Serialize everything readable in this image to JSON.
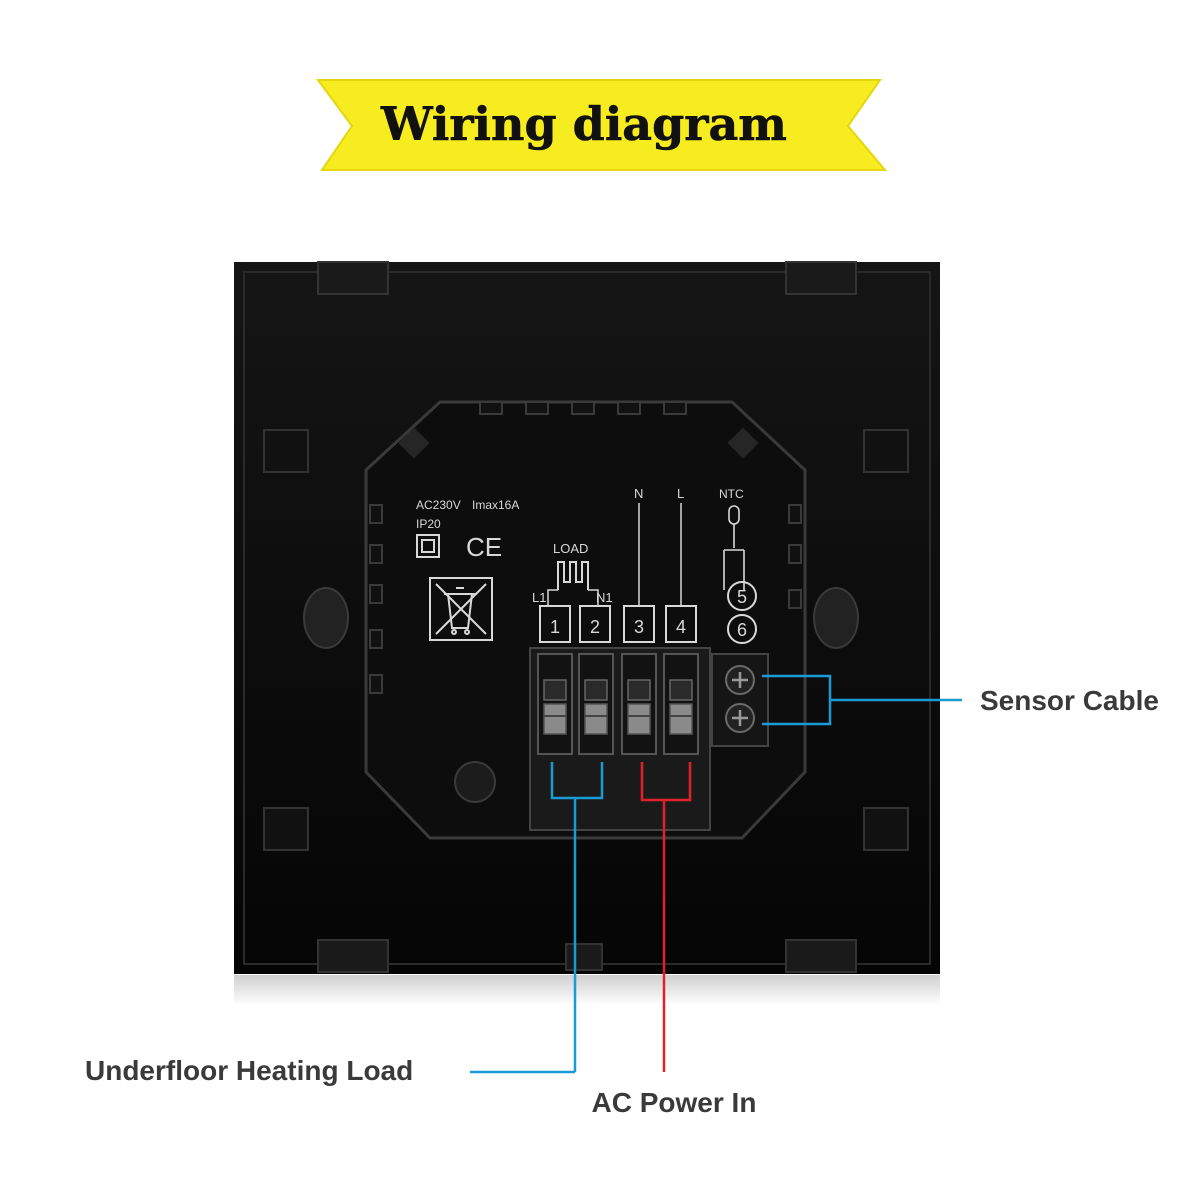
{
  "title": "Wiring diagram",
  "device": {
    "rating_voltage": "AC230V",
    "rating_current": "Imax16A",
    "ip_rating": "IP20",
    "ce_mark": "CE",
    "load_label": "LOAD",
    "l1_label": "L1",
    "n1_label": "N1",
    "n_label": "N",
    "l_label": "L",
    "ntc_label": "NTC",
    "terminals": [
      "1",
      "2",
      "3",
      "4"
    ],
    "sensor_terminals": [
      "5",
      "6"
    ]
  },
  "callouts": {
    "sensor_cable": "Sensor Cable",
    "underfloor_heating_load": "Underfloor Heating Load",
    "ac_power_in": "AC Power In"
  },
  "colors": {
    "banner": "#f7ec1f",
    "panel": "#0b0b0b",
    "blue_wire": "#1a9ad6",
    "red_wire": "#e0202a",
    "callout_text": "#3a3a3a"
  },
  "icons": [
    "weee-bin-icon",
    "ce-mark-icon",
    "ntc-sensor-icon",
    "heating-element-icon"
  ]
}
